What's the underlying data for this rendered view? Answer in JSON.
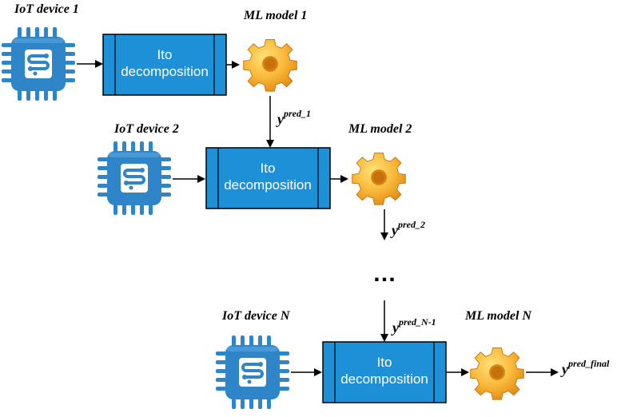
{
  "colors": {
    "chip_fill": "#2e86c8",
    "chip_pin": "#2e86c8",
    "box_fill": "#1e90d8",
    "box_stroke": "#000000",
    "gear_orange": "#f5a623",
    "gear_yellow": "#ffd54a",
    "arrow": "#000000"
  },
  "stages": [
    {
      "device_label": "IoT device 1",
      "box_line1": "Ito",
      "box_line2": "decomposition",
      "model_label": "ML model 1",
      "output_base": "y",
      "output_sup": "pred_1"
    },
    {
      "device_label": "IoT device 2",
      "box_line1": "Ito",
      "box_line2": "decomposition",
      "model_label": "ML model 2",
      "output_base": "y",
      "output_sup": "pred_2"
    },
    {
      "device_label": "IoT device N",
      "box_line1": "Ito",
      "box_line2": "decomposition",
      "model_label": "ML model N",
      "output_base": "y",
      "output_sup": "pred_final",
      "input_base": "y",
      "input_sup": "pred_N-1"
    }
  ],
  "ellipsis": "…",
  "icons": [
    "iot-chip-icon",
    "gear-icon"
  ]
}
